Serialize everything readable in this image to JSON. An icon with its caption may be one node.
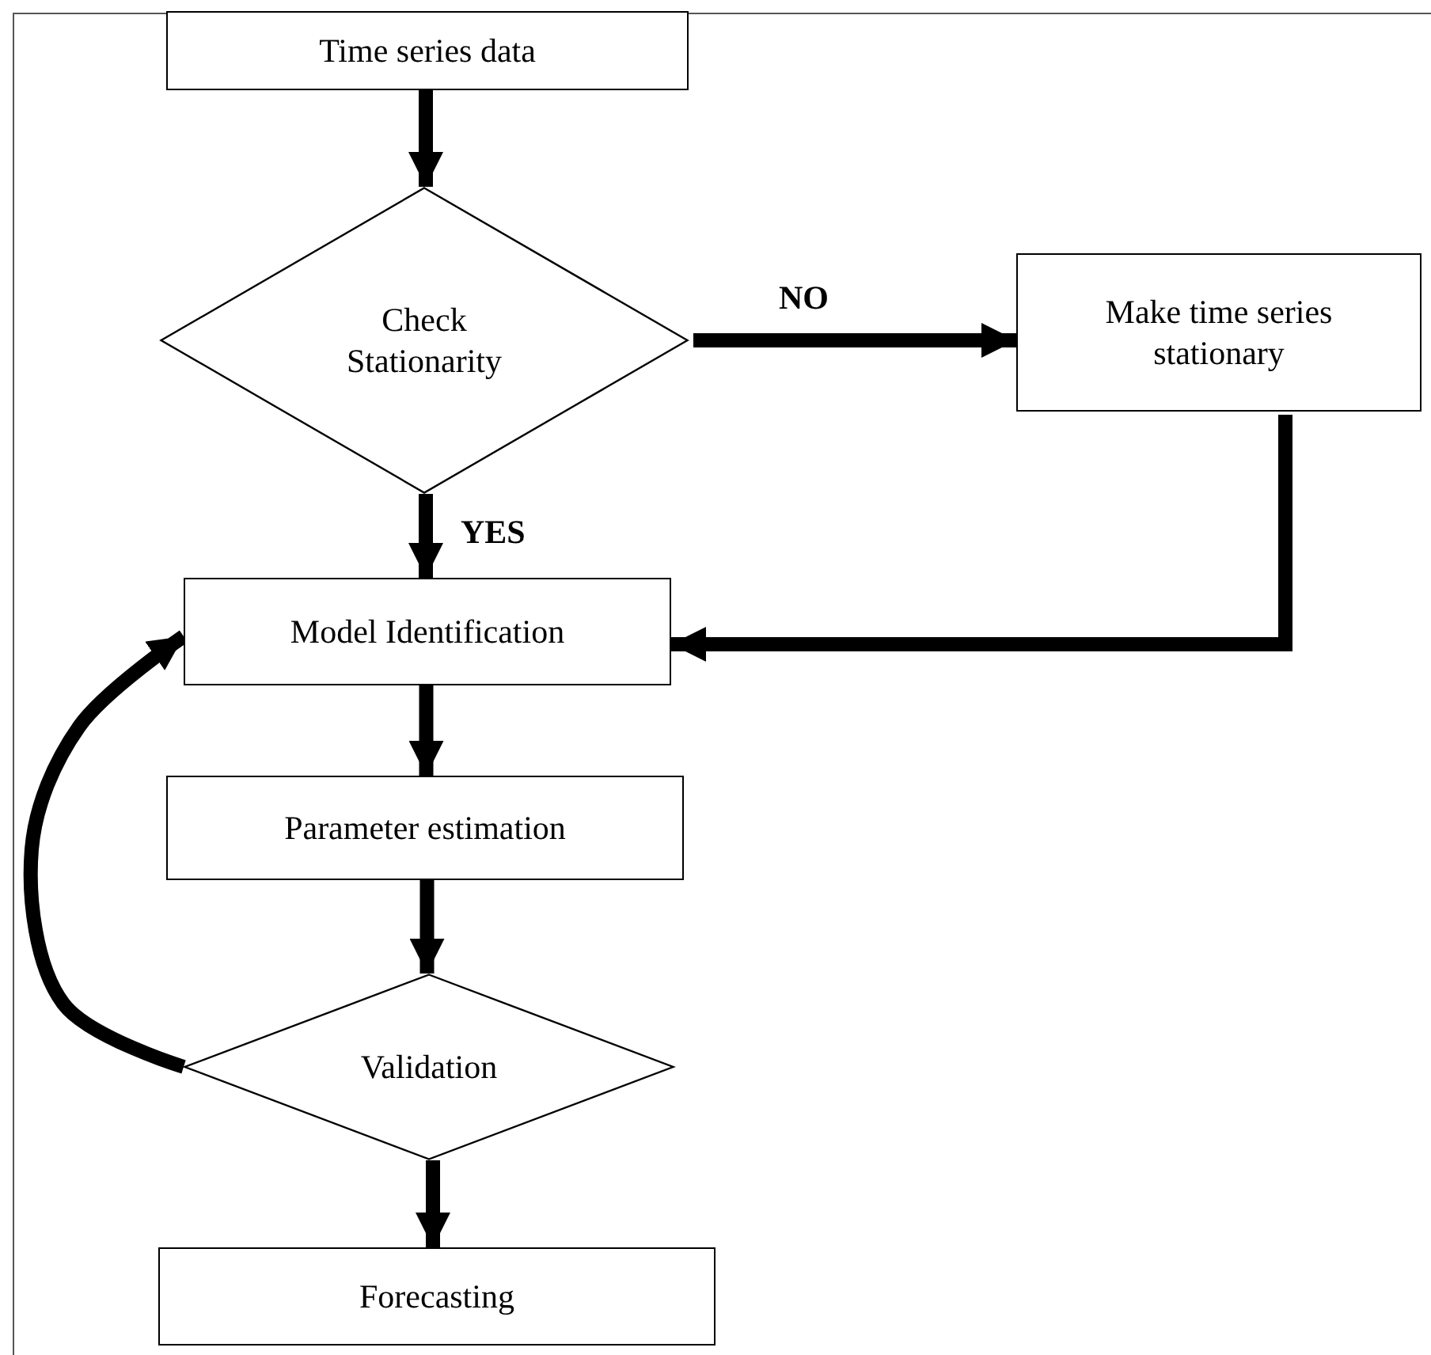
{
  "diagram": {
    "nodes": [
      {
        "text": [
          "Time series data"
        ]
      },
      {
        "text": [
          "Check Stationarity"
        ]
      },
      {
        "text": [
          "Make time series stationary"
        ]
      },
      {
        "text": [
          "Model Identification"
        ]
      },
      {
        "text": [
          "Parameter estimation"
        ]
      },
      {
        "text": [
          "Validation"
        ]
      },
      {
        "text": [
          "Forecasting"
        ]
      }
    ],
    "edges": [
      {
        "from": 0,
        "to": 1,
        "arrow": "to"
      },
      {
        "from": 1,
        "to": 2,
        "arrow": "to",
        "label": "NO"
      },
      {
        "from": 1,
        "to": 3,
        "arrow": "to",
        "label": "YES"
      },
      {
        "from": 2,
        "to": 3,
        "arrow": "to"
      },
      {
        "from": 3,
        "to": 4,
        "arrow": "to"
      },
      {
        "from": 4,
        "to": 5,
        "arrow": "to"
      },
      {
        "from": 5,
        "to": 3,
        "arrow": "to"
      },
      {
        "from": 5,
        "to": 6,
        "arrow": "to"
      }
    ]
  }
}
